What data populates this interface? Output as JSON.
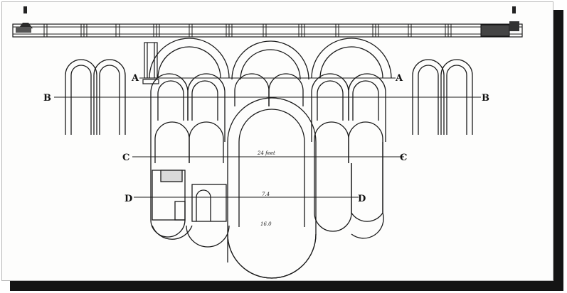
{
  "drawing": {
    "section_labels": {
      "A_left": "A",
      "A_right": "A",
      "B_left": "B",
      "B_right": "B",
      "C_left": "C",
      "C_right": "C",
      "D_left": "D",
      "D_right": "D"
    },
    "dimensions": {
      "span_c": "24 feet",
      "span_d": "7.4",
      "span_bottom": "16.0"
    }
  }
}
